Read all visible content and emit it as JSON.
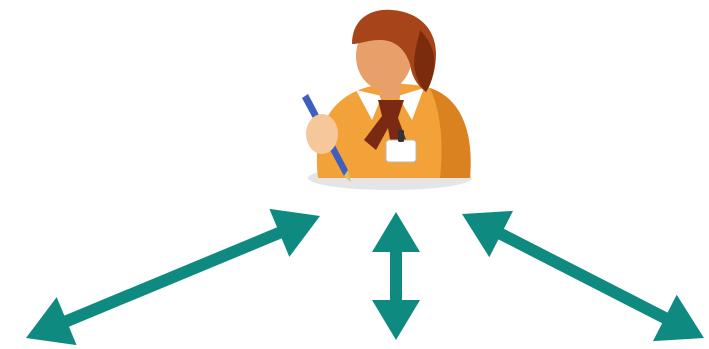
{
  "diagram": {
    "center": {
      "icon": "person-writing-icon",
      "colors": {
        "hair": "#a8441a",
        "hair_dark": "#7a2c0c",
        "skin": "#e8a06a",
        "skin_light": "#f6c79a",
        "shirt": "#f3a23a",
        "shirt_dark": "#d9821f",
        "collar": "#ffffff",
        "scarf": "#7a2a12",
        "pen": "#3f5fbf",
        "badge": "#ffffff",
        "shadow": "#cfcfcf"
      }
    },
    "arrows": [
      {
        "name": "arrow-left-diagonal",
        "direction": "bidirectional"
      },
      {
        "name": "arrow-center-vertical",
        "direction": "bidirectional"
      },
      {
        "name": "arrow-right-diagonal",
        "direction": "bidirectional"
      }
    ],
    "colors": {
      "arrow": "#0e8a80"
    }
  }
}
